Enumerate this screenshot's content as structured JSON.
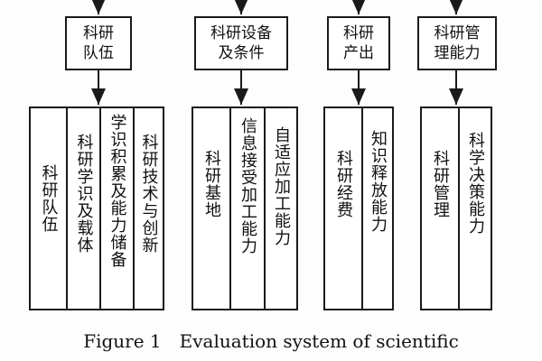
{
  "groups": [
    {
      "head": [
        "科研",
        "队伍"
      ],
      "leaves": [
        "科研队伍",
        "科研学识及载体",
        "学识积累及能力储备",
        "科研技术与创新"
      ]
    },
    {
      "head": [
        "科研设备",
        "及条件"
      ],
      "leaves": [
        "科研基地",
        "信息接受加工能力",
        "自适应加工能力"
      ]
    },
    {
      "head": [
        "科研",
        "产出"
      ],
      "leaves": [
        "科研经费",
        "知识释放能力"
      ]
    },
    {
      "head": [
        "科研管",
        "理能力"
      ],
      "leaves": [
        "科研管理",
        "科学决策能力"
      ]
    }
  ],
  "caption": "Figure 1　Evaluation system of scientific"
}
